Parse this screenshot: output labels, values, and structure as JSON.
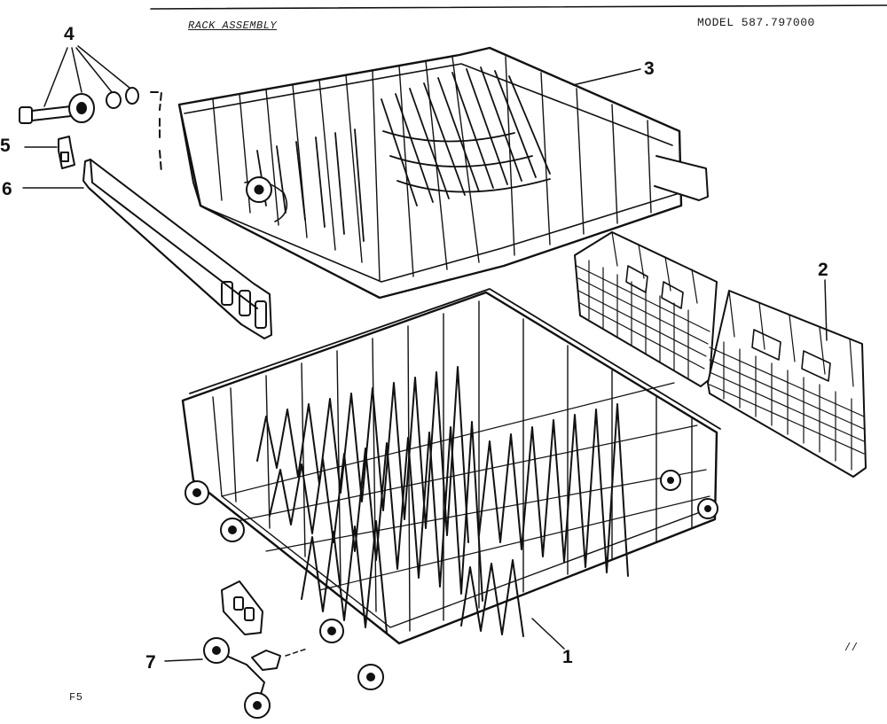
{
  "header": {
    "title": "RACK ASSEMBLY",
    "model": "MODEL 587.797000"
  },
  "footer": {
    "page_ref": "F5",
    "corner_mark": "//"
  },
  "callouts": [
    {
      "id": "4",
      "label": "4",
      "part": "roller-axle-and-washers"
    },
    {
      "id": "5",
      "label": "5",
      "part": "rail-end-stop"
    },
    {
      "id": "6",
      "label": "6",
      "part": "track-rail"
    },
    {
      "id": "3",
      "label": "3",
      "part": "upper-rack"
    },
    {
      "id": "2",
      "label": "2",
      "part": "silverware-basket"
    },
    {
      "id": "1",
      "label": "1",
      "part": "lower-rack"
    },
    {
      "id": "7",
      "label": "7",
      "part": "lower-rack-roller"
    }
  ],
  "colors": {
    "ink": "#111111",
    "paper": "#ffffff"
  }
}
